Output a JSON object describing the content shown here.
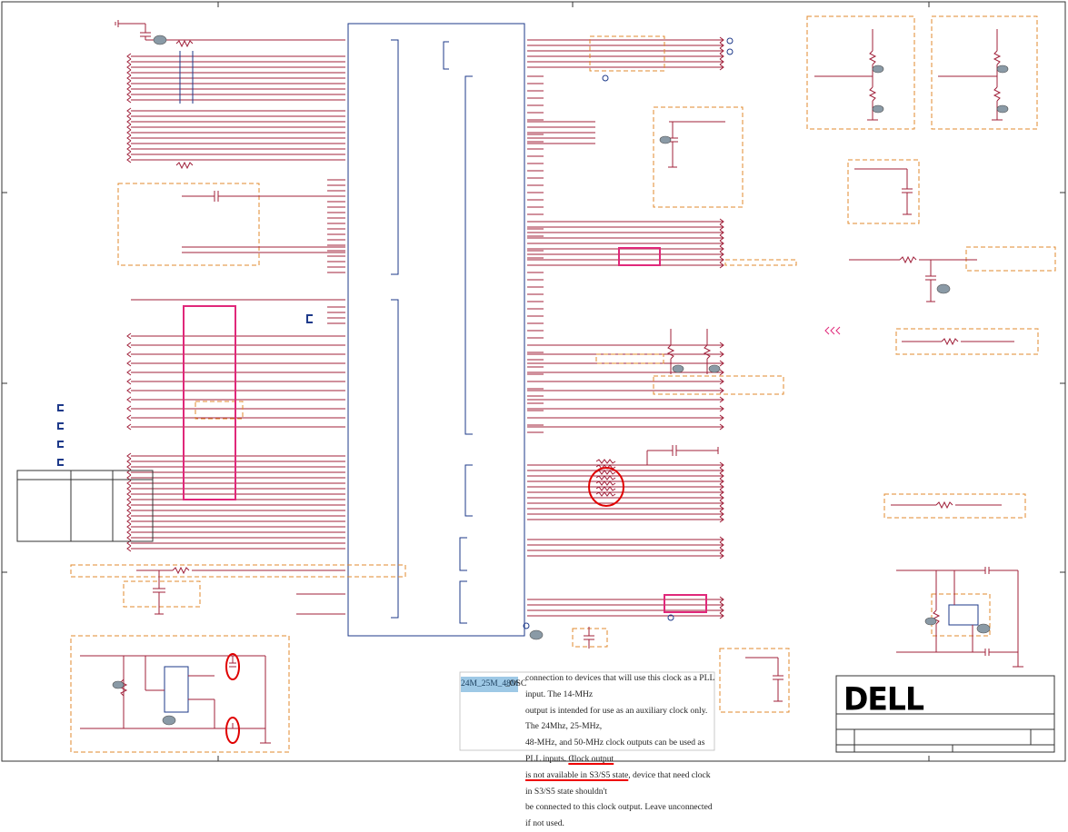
{
  "brand": {
    "logo_text": "DELL"
  },
  "clock_label": {
    "highlighted": "24M_25M_48M",
    "suffix": "_OSC"
  },
  "note": {
    "line1": "connection to devices that will use this clock as a PLL input. The 14-MHz",
    "line2": "output is intended for use as an auxiliary clock only. The 24Mhz, 25-MHz,",
    "line3a": "48-MHz, and 50-MHz clock outputs can be used as PLL inputs. ",
    "line3b": "Clock output",
    "line4a": "is not available in S3/S5 state",
    "line4b": ", device that need clock in S3/S5 state shouldn't",
    "line5": "be connected to this clock output. Leave unconnected if not used."
  },
  "colors": {
    "wire": "#a0203a",
    "outline": "#1e3a8a",
    "dashed_box": "#e08a2c",
    "highlight": "#e0287a",
    "callout": "#e00000",
    "note_bg": "#9ec9e6"
  }
}
